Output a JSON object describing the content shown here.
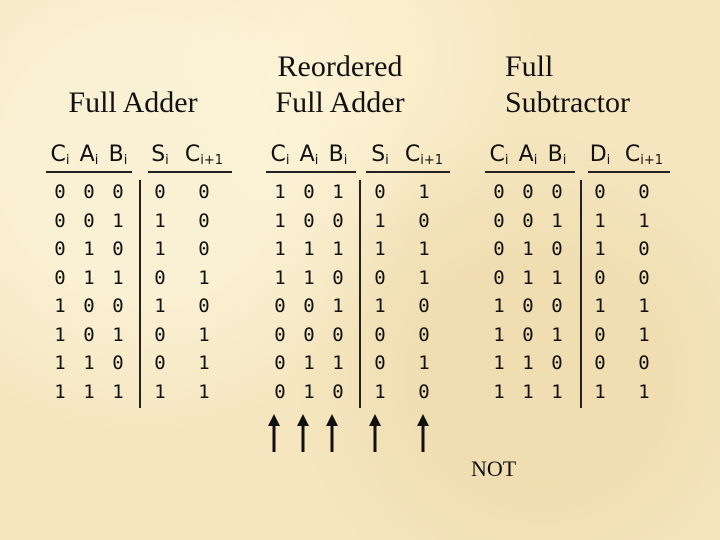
{
  "titles": {
    "full_adder": [
      "Full Adder"
    ],
    "reordered": [
      "Reordered",
      "Full Adder"
    ],
    "subtractor": [
      "Full",
      "Subtractor"
    ]
  },
  "tables": [
    {
      "headers": [
        [
          "C",
          "i"
        ],
        [
          "A",
          "i"
        ],
        [
          "B",
          "i"
        ],
        [
          "S",
          "i"
        ],
        [
          "C",
          "i+1"
        ]
      ],
      "rows": [
        [
          "0",
          "0",
          "0",
          "0",
          "0"
        ],
        [
          "0",
          "0",
          "1",
          "1",
          "0"
        ],
        [
          "0",
          "1",
          "0",
          "1",
          "0"
        ],
        [
          "0",
          "1",
          "1",
          "0",
          "1"
        ],
        [
          "1",
          "0",
          "0",
          "1",
          "0"
        ],
        [
          "1",
          "0",
          "1",
          "0",
          "1"
        ],
        [
          "1",
          "1",
          "0",
          "0",
          "1"
        ],
        [
          "1",
          "1",
          "1",
          "1",
          "1"
        ]
      ]
    },
    {
      "headers": [
        [
          "C",
          "i"
        ],
        [
          "A",
          "i"
        ],
        [
          "B",
          "i"
        ],
        [
          "S",
          "i"
        ],
        [
          "C",
          "i+1"
        ]
      ],
      "rows": [
        [
          "1",
          "0",
          "1",
          "0",
          "1"
        ],
        [
          "1",
          "0",
          "0",
          "1",
          "0"
        ],
        [
          "1",
          "1",
          "1",
          "1",
          "1"
        ],
        [
          "1",
          "1",
          "0",
          "0",
          "1"
        ],
        [
          "0",
          "0",
          "1",
          "1",
          "0"
        ],
        [
          "0",
          "0",
          "0",
          "0",
          "0"
        ],
        [
          "0",
          "1",
          "1",
          "0",
          "1"
        ],
        [
          "0",
          "1",
          "0",
          "1",
          "0"
        ]
      ]
    },
    {
      "headers": [
        [
          "C",
          "i"
        ],
        [
          "A",
          "i"
        ],
        [
          "B",
          "i"
        ],
        [
          "D",
          "i"
        ],
        [
          "C",
          "i+1"
        ]
      ],
      "rows": [
        [
          "0",
          "0",
          "0",
          "0",
          "0"
        ],
        [
          "0",
          "0",
          "1",
          "1",
          "1"
        ],
        [
          "0",
          "1",
          "0",
          "1",
          "0"
        ],
        [
          "0",
          "1",
          "1",
          "0",
          "0"
        ],
        [
          "1",
          "0",
          "0",
          "1",
          "1"
        ],
        [
          "1",
          "0",
          "1",
          "0",
          "1"
        ],
        [
          "1",
          "1",
          "0",
          "0",
          "0"
        ],
        [
          "1",
          "1",
          "1",
          "1",
          "1"
        ]
      ]
    }
  ],
  "not_label": "NOT"
}
